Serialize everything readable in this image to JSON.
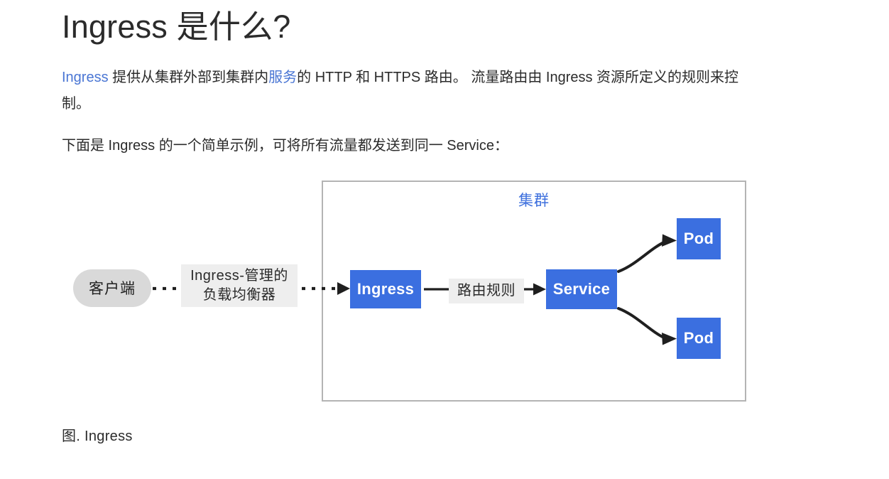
{
  "document": {
    "title": "Ingress 是什么?",
    "paragraphs": [
      {
        "id": "intro",
        "segments": [
          {
            "type": "link",
            "text": "Ingress"
          },
          {
            "type": "text",
            "text": " 提供从集群外部到集群内"
          },
          {
            "type": "link",
            "text": "服务"
          },
          {
            "type": "text",
            "text": "的 HTTP 和 HTTPS 路由。 流量路由由 Ingress 资源所定义的规则来控制。"
          }
        ]
      },
      {
        "id": "example-intro",
        "segments": [
          {
            "type": "text",
            "text": "下面是 Ingress 的一个简单示例，可将所有流量都发送到同一 Service："
          }
        ]
      }
    ],
    "figure": {
      "caption": "图. Ingress",
      "cluster_label": "集群",
      "nodes": {
        "client": "客户端",
        "ingress": "Ingress",
        "service": "Service",
        "pod_top": "Pod",
        "pod_bottom": "Pod"
      },
      "edge_labels": {
        "load_balancer_line1": "Ingress-管理的",
        "load_balancer_line2": "负载均衡器",
        "routing_rules": "路由规则"
      }
    }
  },
  "colors": {
    "node_blue": "#3b6fe0",
    "cluster_label_blue": "#3d6fdd",
    "link_blue": "#4a76d4",
    "client_gray": "#d9d9d9",
    "edge_label_gray": "#eeeeee",
    "cluster_border": "#b4b4b4",
    "text": "#2b2b2b",
    "background": "#ffffff"
  },
  "icons": {
    "arrow_solid": "arrow-right-icon",
    "arrow_dotted": "dotted-arrow-right-icon",
    "arrow_curve_up": "curved-arrow-up-right-icon",
    "arrow_curve_down": "curved-arrow-down-right-icon"
  }
}
